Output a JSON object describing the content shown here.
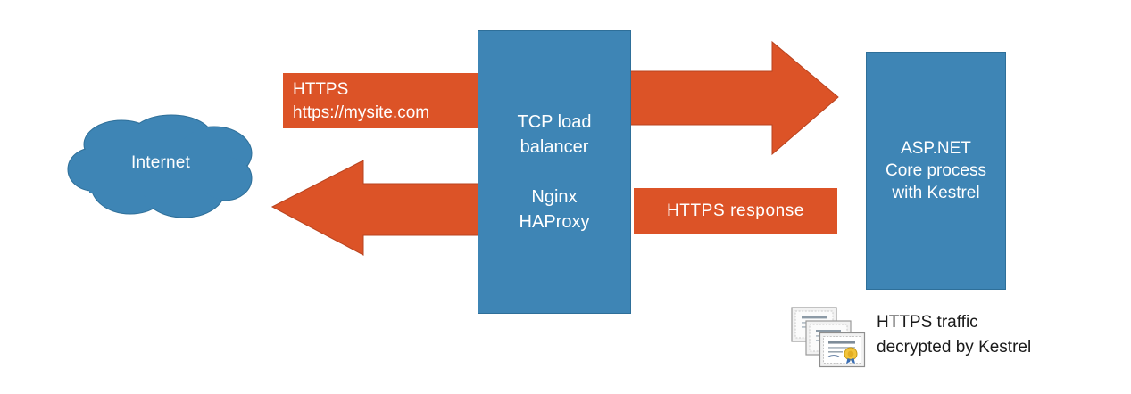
{
  "diagram": {
    "title": "HTTPS pass-through through a TCP load balancer to Kestrel",
    "colors": {
      "blue": "#3E85B5",
      "blue_border": "#2E6F99",
      "orange": "#DC5327",
      "text_on_fill": "#FFFFFF",
      "text_dark": "#1A1A1A"
    }
  },
  "cloud": {
    "label": "Internet"
  },
  "labels": {
    "request_line1": "HTTPS",
    "request_line2": "https://mysite.com",
    "response": "HTTPS  response"
  },
  "load_balancer": {
    "line1": "TCP load",
    "line2": "balancer",
    "line3": "Nginx",
    "line4": "HAProxy"
  },
  "app_server": {
    "line1": "ASP.NET",
    "line2": "Core process",
    "line3": "with Kestrel"
  },
  "legend": {
    "icon": "certificates-stack-icon",
    "text_line1": "HTTPS traffic",
    "text_line2": "decrypted by Kestrel"
  },
  "arrows": {
    "inbound": "arrow-right-icon",
    "outbound": "arrow-left-icon"
  }
}
